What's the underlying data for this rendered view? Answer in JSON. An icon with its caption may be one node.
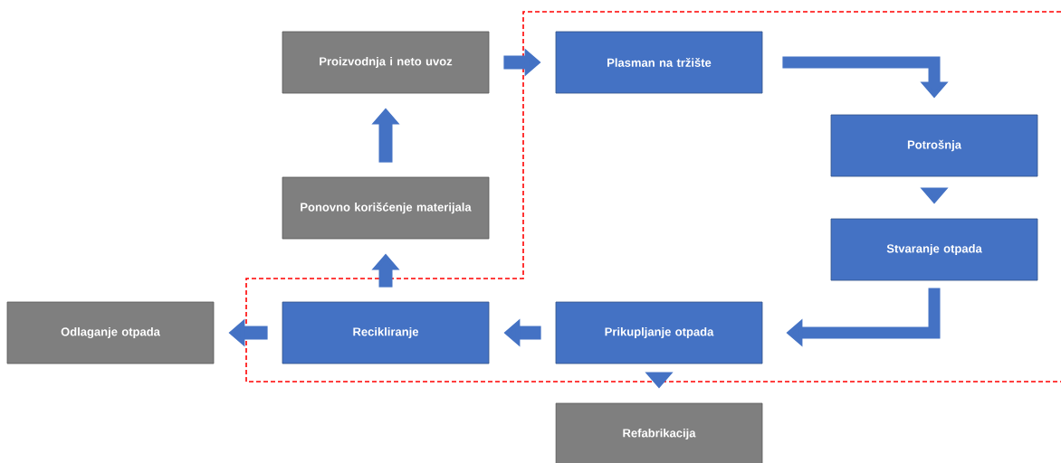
{
  "diagram": {
    "nodes": [
      {
        "text": [
          "Proizvodnja i neto uvoz"
        ]
      },
      {
        "text": [
          "Plasman na tržište"
        ]
      },
      {
        "text": [
          "Potrošnja"
        ]
      },
      {
        "text": [
          "Stvaranje otpada"
        ]
      },
      {
        "text": [
          "Prikupljanje otpada"
        ]
      },
      {
        "text": [
          "Recikliranje"
        ]
      },
      {
        "text": [
          "Odlaganje otpada"
        ]
      },
      {
        "text": [
          "Ponovno korišćenje materijala"
        ]
      },
      {
        "text": [
          "Refabrikacija"
        ]
      }
    ],
    "edges": [
      {
        "from": 0,
        "to": 1,
        "arrow": "to"
      },
      {
        "from": 1,
        "to": 2,
        "arrow": "to"
      },
      {
        "from": 2,
        "to": 3,
        "arrow": "to"
      },
      {
        "from": 3,
        "to": 4,
        "arrow": "to"
      },
      {
        "from": 4,
        "to": 5,
        "arrow": "to"
      },
      {
        "from": 5,
        "to": 6,
        "arrow": "to"
      },
      {
        "from": 5,
        "to": 7,
        "arrow": "to"
      },
      {
        "from": 7,
        "to": 0,
        "arrow": "to"
      },
      {
        "from": 4,
        "to": 8,
        "arrow": "to"
      }
    ]
  }
}
